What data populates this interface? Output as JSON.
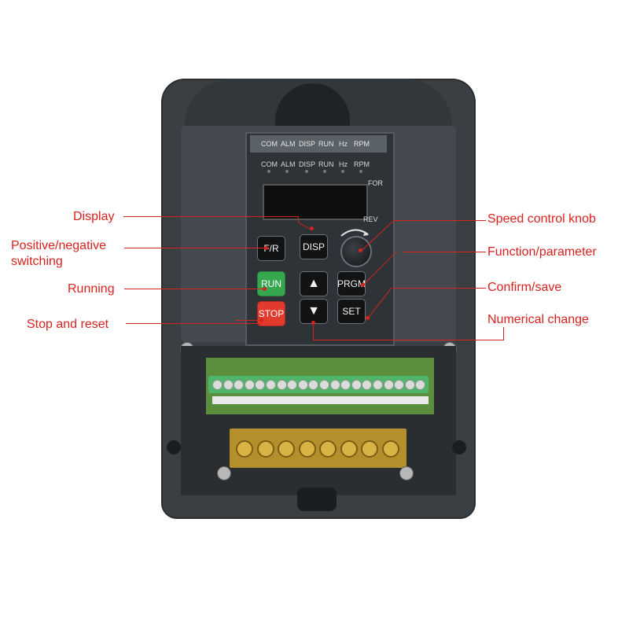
{
  "panel": {
    "led_labels": [
      "COM",
      "ALM",
      "DISP",
      "RUN",
      "Hz",
      "RPM"
    ],
    "for_label": "FOR",
    "rev_label": "REV"
  },
  "buttons": {
    "fr": "F/R",
    "disp": "DISP",
    "run": "RUN",
    "stop": "STOP",
    "up": "▲",
    "down": "▼",
    "prgm": "PRGM",
    "set": "SET"
  },
  "callouts": {
    "display": "Display",
    "positive_negative": "Positive/negative",
    "switching": "switching",
    "running": "Running",
    "stop_reset": "Stop and reset",
    "speed_knob": "Speed control knob",
    "function_parameter": "Function/parameter",
    "confirm_save": "Confirm/save",
    "numerical_change": "Numerical change"
  },
  "colors": {
    "callout": "#d8221f",
    "device_body": "#3a3f43",
    "run_button": "#36a64f",
    "stop_button": "#e23a2c",
    "terminal_block": "#4fb56a",
    "power_terminal": "#b3902c"
  }
}
